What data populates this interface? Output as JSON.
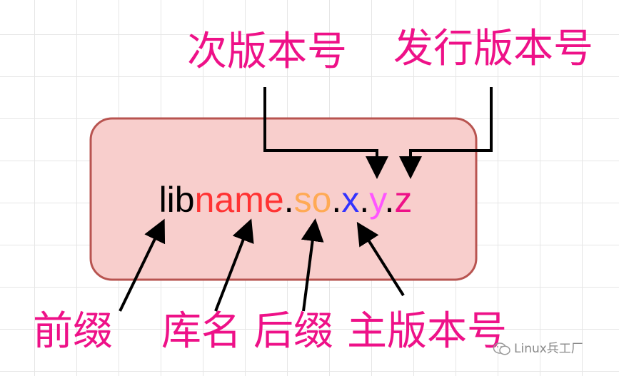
{
  "labels": {
    "minor": "次版本号",
    "release": "发行版本号",
    "prefix": "前缀",
    "libname": "库名",
    "suffix": "后缀",
    "major": "主版本号"
  },
  "filename": {
    "lib": "lib",
    "name": "name",
    "dot1": ".",
    "so": "so",
    "dot2": ".",
    "x": "x",
    "dot3": ".",
    "y": "y",
    "dot4": ".",
    "z": "z"
  },
  "watermark": "Linux兵工厂",
  "colors": {
    "label": "#ee1188",
    "box_fill": "#f8cecc",
    "box_stroke": "#b85450",
    "lib": "#000000",
    "name": "#ff3333",
    "so": "#ffaa55",
    "x": "#3333ff",
    "y": "#ff55ff",
    "z": "#ee1188",
    "dot": "#000000",
    "watermark": "#888888"
  }
}
